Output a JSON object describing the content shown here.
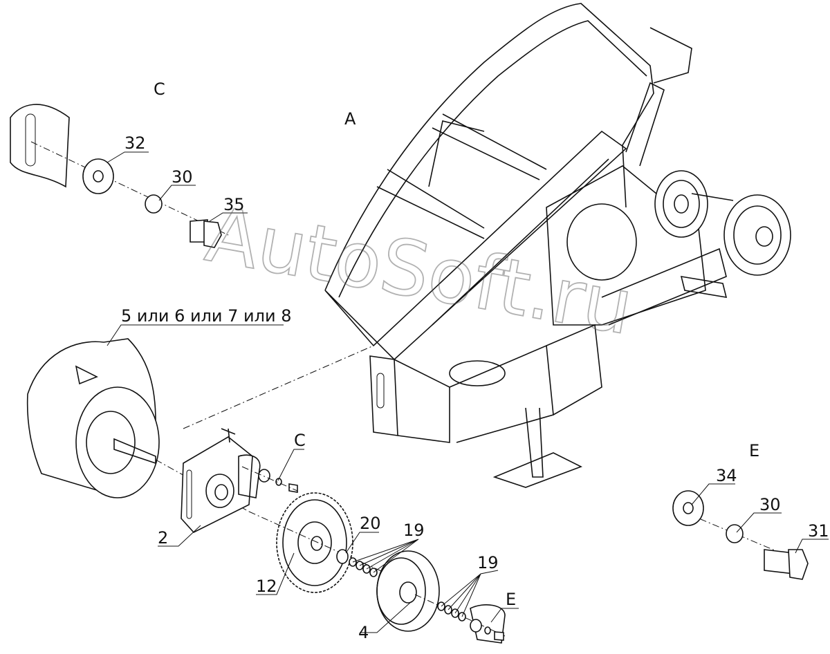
{
  "views": {
    "main": "A",
    "detail_c_top": "C",
    "detail_c_bracket": "C",
    "detail_e_right": "E",
    "detail_e_bottom": "E"
  },
  "parts": {
    "p32": "32",
    "p30_top": "30",
    "p35": "35",
    "p5": "5 или 6 или 7 или 8",
    "p2": "2",
    "p12": "12",
    "p20": "20",
    "p19_top": "19",
    "p4": "4",
    "p19_bottom": "19",
    "p34": "34",
    "p30_right": "30",
    "p31": "31"
  },
  "watermark": "AutoSoft.ru"
}
